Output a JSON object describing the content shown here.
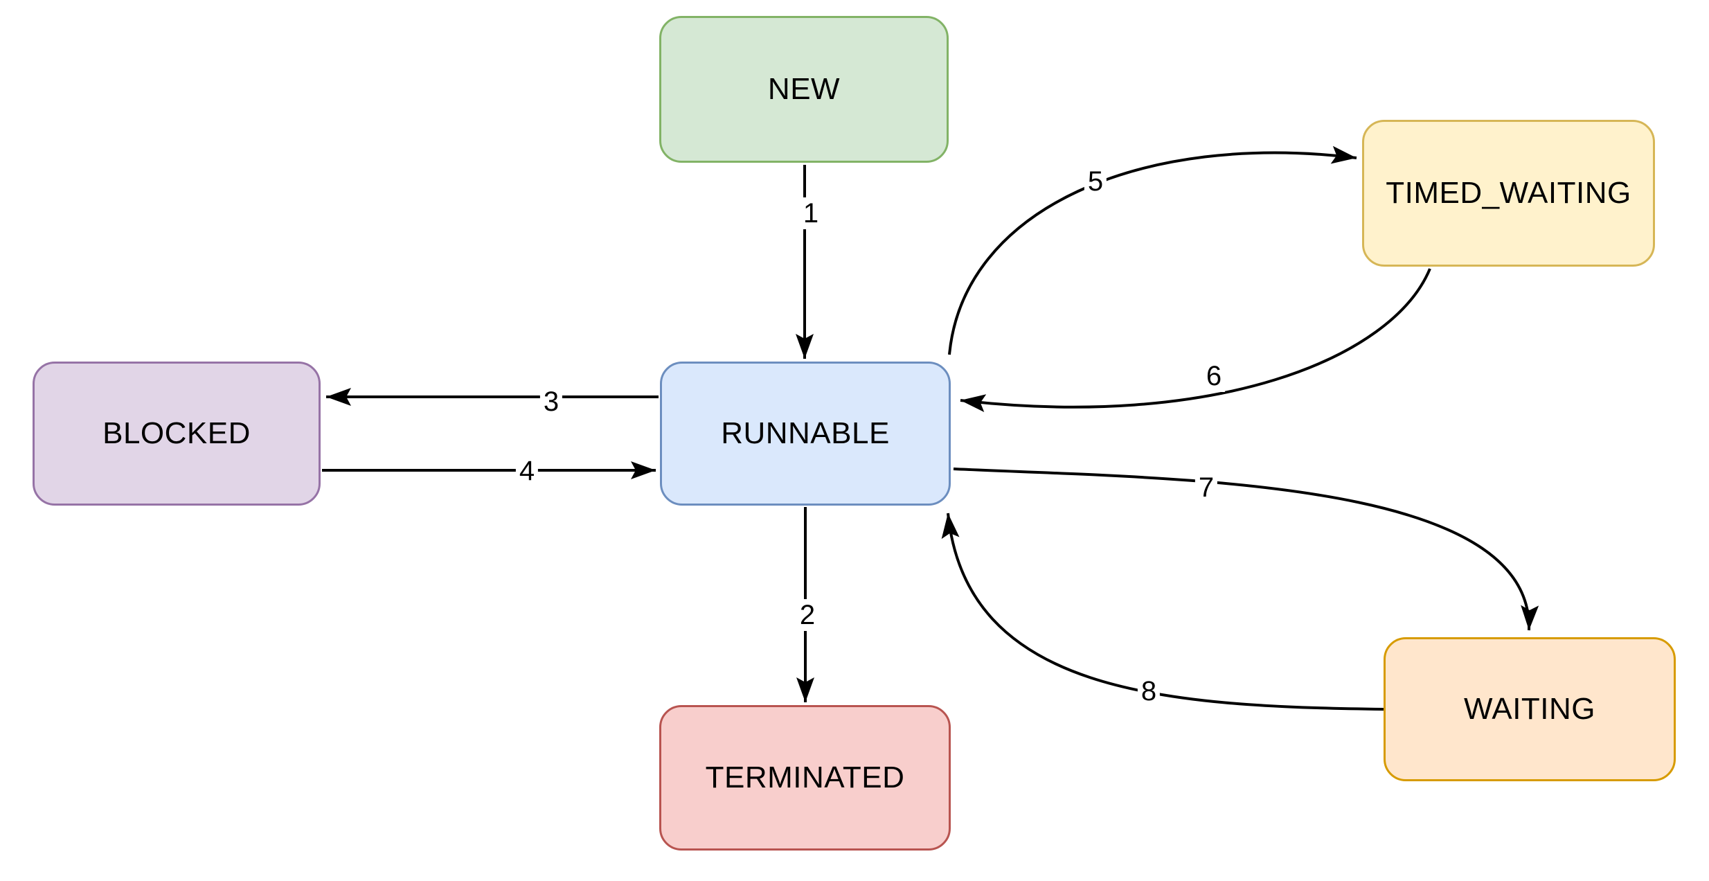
{
  "diagram": {
    "type": "state-diagram",
    "background": "#ffffff",
    "edge_color": "#000000",
    "nodes": [
      {
        "id": "new",
        "label": "NEW",
        "fill": "#d5e8d4",
        "stroke": "#82b366"
      },
      {
        "id": "timed-waiting",
        "label": "TIMED_WAITING",
        "fill": "#fff2cc",
        "stroke": "#d6b656"
      },
      {
        "id": "blocked",
        "label": "BLOCKED",
        "fill": "#e1d5e7",
        "stroke": "#9673a6"
      },
      {
        "id": "runnable",
        "label": "RUNNABLE",
        "fill": "#dae8fc",
        "stroke": "#6c8ebf"
      },
      {
        "id": "terminated",
        "label": "TERMINATED",
        "fill": "#f8cecc",
        "stroke": "#b85450"
      },
      {
        "id": "waiting",
        "label": "WAITING",
        "fill": "#ffe6cc",
        "stroke": "#d79b00"
      }
    ],
    "edges": [
      {
        "label": "1",
        "from": "NEW",
        "to": "RUNNABLE"
      },
      {
        "label": "2",
        "from": "RUNNABLE",
        "to": "TERMINATED"
      },
      {
        "label": "3",
        "from": "RUNNABLE",
        "to": "BLOCKED"
      },
      {
        "label": "4",
        "from": "BLOCKED",
        "to": "RUNNABLE"
      },
      {
        "label": "5",
        "from": "RUNNABLE",
        "to": "TIMED_WAITING"
      },
      {
        "label": "6",
        "from": "TIMED_WAITING",
        "to": "RUNNABLE"
      },
      {
        "label": "7",
        "from": "RUNNABLE",
        "to": "WAITING"
      },
      {
        "label": "8",
        "from": "WAITING",
        "to": "RUNNABLE"
      }
    ]
  }
}
